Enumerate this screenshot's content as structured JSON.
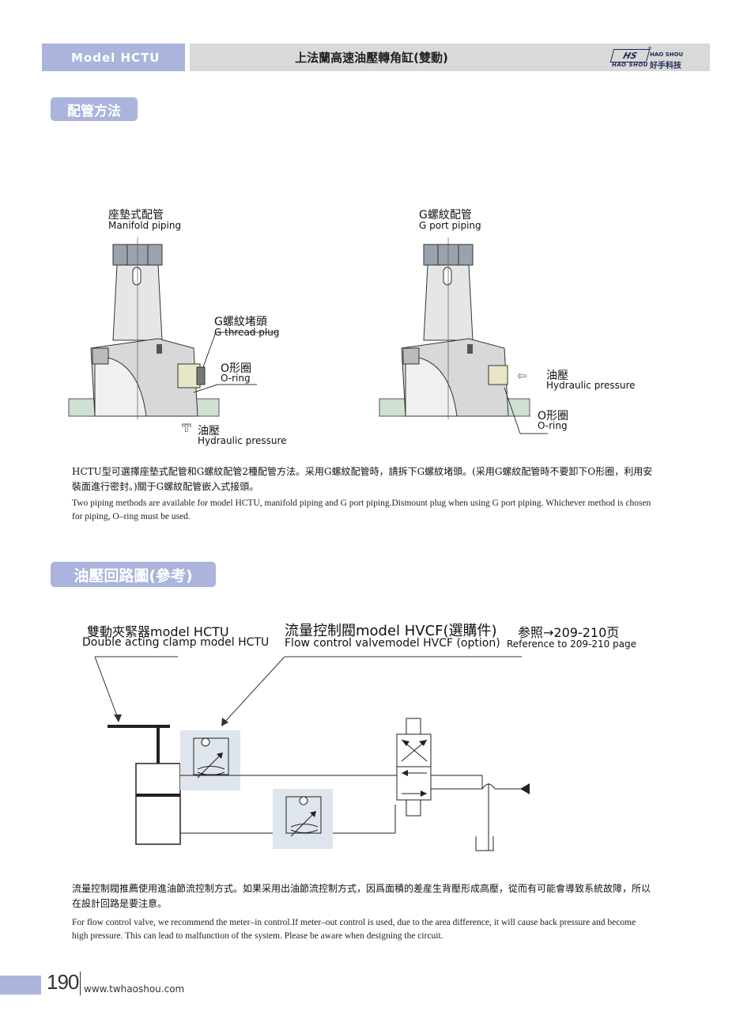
{
  "header": {
    "model_label": "Model HCTU",
    "title": "上法蘭高速油壓轉角缸(雙動)",
    "logo": {
      "mark": "HS",
      "mark_sub": "HAO SHOU",
      "en": "HAO SHOU",
      "zh": "好手科技",
      "reg": "®"
    }
  },
  "piping": {
    "section_title": "配管方法",
    "manifold": {
      "title_zh": "座墊式配管",
      "title_en": "Manifold piping"
    },
    "gport": {
      "title_zh": "G螺紋配管",
      "title_en": "G port piping"
    },
    "labels": {
      "thread_plug_zh": "G螺紋堵頭",
      "thread_plug_en": "G thread plug",
      "oring_zh": "O形圈",
      "oring_en": "O-ring",
      "pressure_zh": "油壓",
      "pressure_en": "Hydraulic pressure"
    },
    "desc_zh": "HCTU型可選擇座墊式配管和G螺紋配管2種配管方法。采用G螺紋配管時，請拆下G螺紋堵頭。(采用G螺紋配管時不要卸下O形圈，利用安裝面進行密封。)關于G螺紋配管嵌入式接頭。",
    "desc_en": "Two piping methods are available for model HCTU, manifold piping and G port piping.Dismount plug when using G port piping. Whichever method is chosen for piping, O–ring must be used."
  },
  "circuit": {
    "section_title": "油壓回路圖(參考)",
    "clamp_zh": "雙動夾緊器model HCTU",
    "clamp_en": "Double acting clamp model HCTU",
    "valve_zh": "流量控制閥model HVCF(選購件)",
    "valve_ref_zh": "参照→209-210页",
    "valve_en": "Flow control valvemodel HVCF (option)",
    "valve_ref_en": "Reference to 209-210 page",
    "desc_zh": "流量控制閥推薦使用進油節流控制方式。如果采用出油節流控制方式，因爲面積的差産生背壓形成高壓，從而有可能會導致系統故障，所以在設計回路是要注意。",
    "desc_en": "For flow control valve, we recommend the meter–in control.If meter–out control is used, due to the area difference, it will cause back pressure and become high pressure. This can lead to malfunction of the system. Please be aware when designing the circuit."
  },
  "footer": {
    "page_number": "190",
    "url": "www.twhaoshou.com"
  }
}
